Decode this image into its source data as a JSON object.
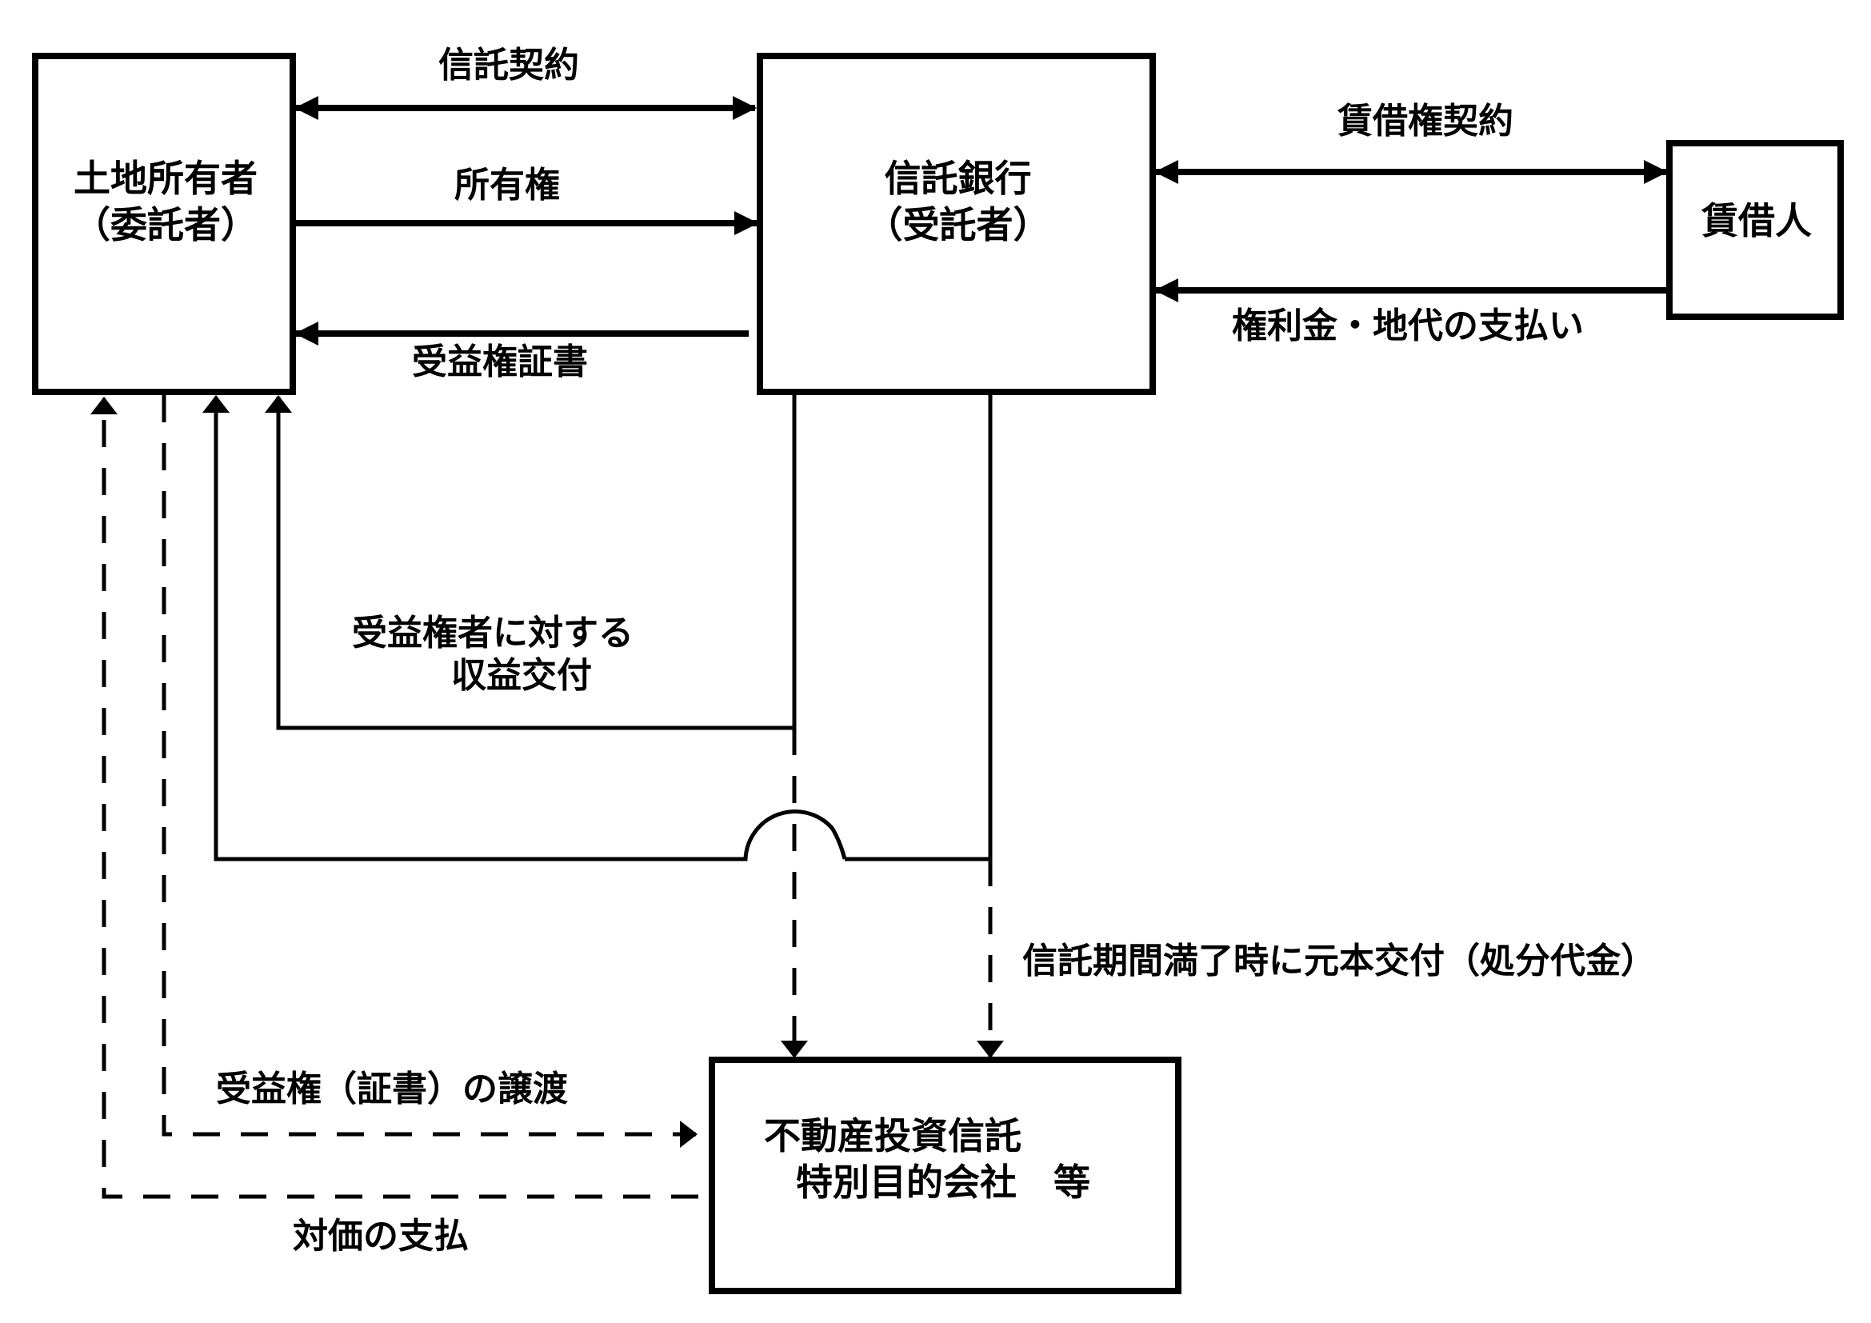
{
  "colors": {
    "line": "#000000",
    "background": "#ffffff"
  },
  "nodes": {
    "settlor": {
      "line1": "土地所有者",
      "line2": "（委託者）"
    },
    "trustee": {
      "line1": "信託銀行",
      "line2": "（受託者）"
    },
    "lessee": {
      "label": "賃借人"
    },
    "investor": {
      "line1": "不動産投資信託",
      "line2": "特別目的会社　等"
    }
  },
  "edges": {
    "trust_contract": {
      "label": "信託契約",
      "from": "土地所有者",
      "to": "信託銀行",
      "style": "solid",
      "direction": "both"
    },
    "ownership": {
      "label": "所有権",
      "from": "土地所有者",
      "to": "信託銀行",
      "style": "solid",
      "direction": "forward"
    },
    "beneficiary_certificate": {
      "label": "受益権証書",
      "from": "信託銀行",
      "to": "土地所有者",
      "style": "solid",
      "direction": "forward"
    },
    "lease_contract": {
      "label": "賃借権契約",
      "from": "信託銀行",
      "to": "賃借人",
      "style": "solid",
      "direction": "both"
    },
    "rent_payment": {
      "label": "権利金・地代の支払い",
      "from": "賃借人",
      "to": "信託銀行",
      "style": "solid",
      "direction": "forward"
    },
    "income_distribution": {
      "label_line1": "受益権者に対する",
      "label_line2": "収益交付",
      "from": "信託銀行",
      "to": "土地所有者 / 不動産投資信託",
      "style": "solid-then-dashed"
    },
    "principal_distribution": {
      "label": "信託期間満了時に元本交付（処分代金）",
      "from": "信託銀行",
      "to": "土地所有者 / 不動産投資信託",
      "style": "solid-then-dashed"
    },
    "beneficial_interest_transfer": {
      "label": "受益権（証書）の譲渡",
      "from": "土地所有者",
      "to": "不動産投資信託",
      "style": "dashed"
    },
    "consideration_payment": {
      "label": "対価の支払",
      "from": "不動産投資信託",
      "to": "土地所有者",
      "style": "dashed"
    }
  }
}
